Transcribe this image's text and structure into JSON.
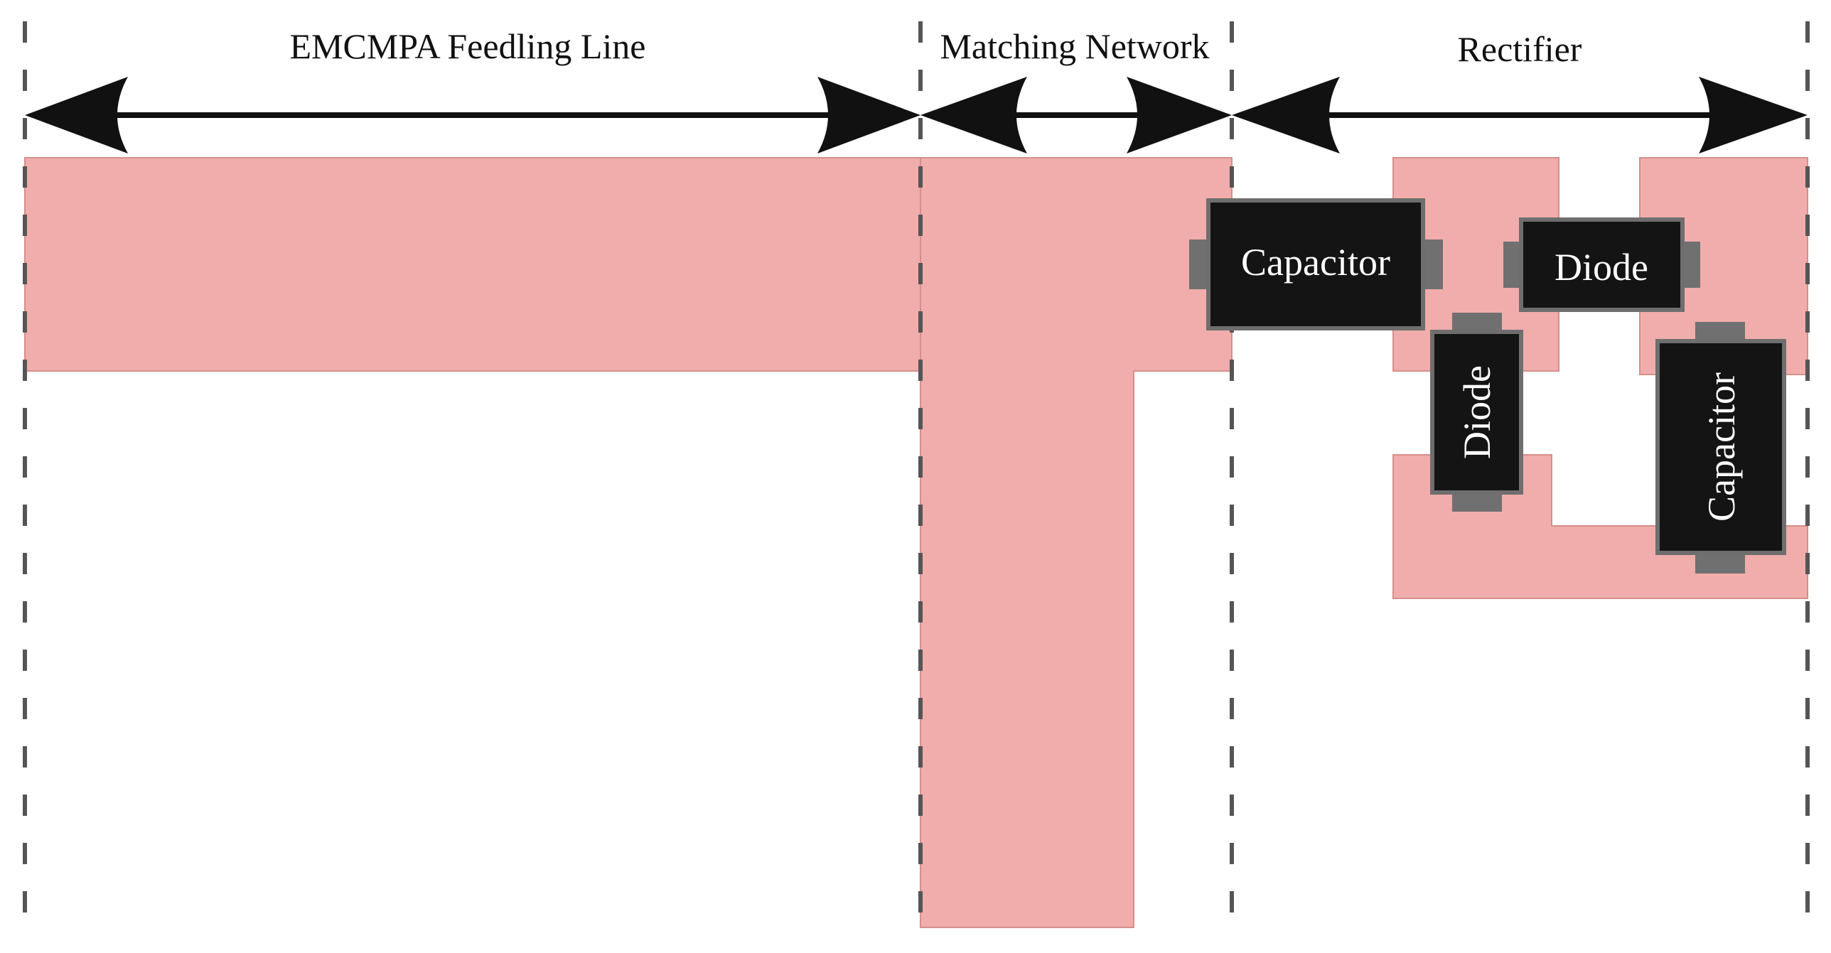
{
  "diagram": {
    "sections": {
      "feeding_line": "EMCMPA Feedling Line",
      "matching_network": "Matching Network",
      "rectifier": "Rectifier"
    },
    "components": {
      "capacitor_series": "Capacitor",
      "diode_series": "Diode",
      "diode_shunt": "Diode",
      "capacitor_output": "Capacitor"
    },
    "colors": {
      "trace": "#f0adab",
      "component_body": "#141414",
      "component_pad": "#707070",
      "divider": "#555555",
      "arrow": "#111111"
    }
  }
}
